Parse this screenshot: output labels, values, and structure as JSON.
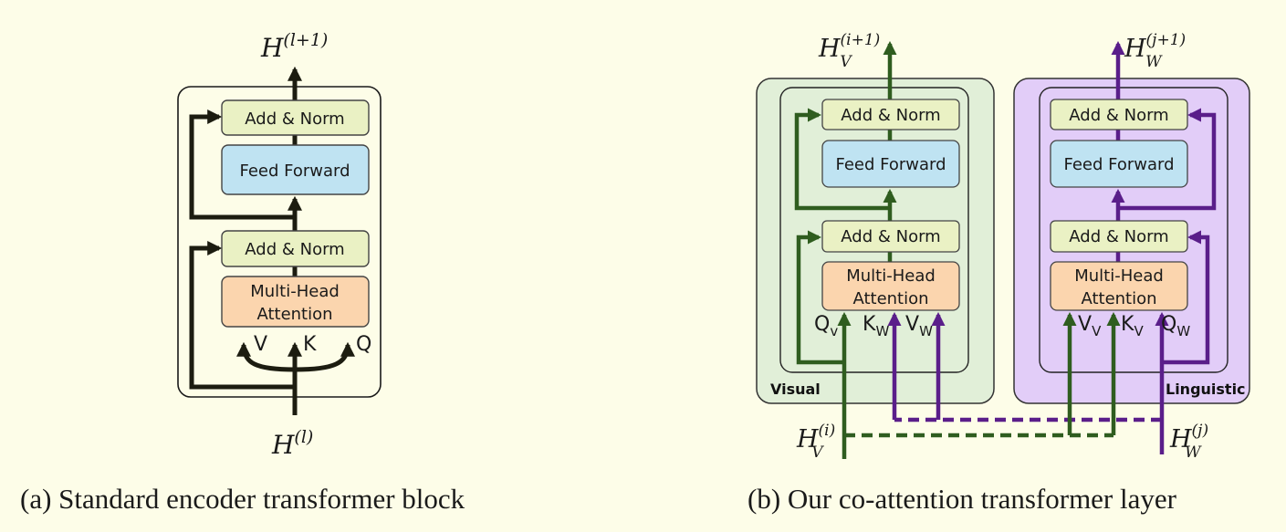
{
  "colors": {
    "background": "#fdfde8",
    "add_norm_fill": "#eaf1c4",
    "feed_forward_fill": "#bfe3f2",
    "attention_fill": "#fbd5ae",
    "visual_panel_fill": "#e1efd8",
    "linguistic_panel_fill": "#e2cdf8",
    "visual_arrow": "#2f5d1f",
    "linguistic_arrow": "#5a1e8a",
    "standard_arrow": "#1c1c10"
  },
  "left": {
    "output_label": {
      "base": "H",
      "sup": "(l+1)"
    },
    "input_label": {
      "base": "H",
      "sup": "(l)"
    },
    "add_norm_top": "Add & Norm",
    "feed_forward": "Feed Forward",
    "add_norm_bottom": "Add & Norm",
    "attention_line1": "Multi-Head",
    "attention_line2": "Attention",
    "inputs": {
      "v": "V",
      "k": "K",
      "q": "Q"
    },
    "caption": "(a) Standard encoder transformer block"
  },
  "right": {
    "visual": {
      "panel_label": "Visual",
      "output_label": {
        "base": "H",
        "sub": "V",
        "sup": "(i+1)"
      },
      "input_label": {
        "base": "H",
        "sub": "V",
        "sup": "(i)"
      },
      "add_norm_top": "Add & Norm",
      "feed_forward": "Feed Forward",
      "add_norm_bottom": "Add & Norm",
      "attention_line1": "Multi-Head",
      "attention_line2": "Attention",
      "inputs": [
        {
          "base": "Q",
          "sub": "v"
        },
        {
          "base": "K",
          "sub": "W"
        },
        {
          "base": "V",
          "sub": "W"
        }
      ]
    },
    "linguistic": {
      "panel_label": "Linguistic",
      "output_label": {
        "base": "H",
        "sub": "W",
        "sup": "(j+1)"
      },
      "input_label": {
        "base": "H",
        "sub": "W",
        "sup": "(j)"
      },
      "add_norm_top": "Add & Norm",
      "feed_forward": "Feed Forward",
      "add_norm_bottom": "Add & Norm",
      "attention_line1": "Multi-Head",
      "attention_line2": "Attention",
      "inputs": [
        {
          "base": "V",
          "sub": "V"
        },
        {
          "base": "K",
          "sub": "V"
        },
        {
          "base": "Q",
          "sub": "W"
        }
      ]
    },
    "caption": "(b) Our co-attention transformer layer"
  }
}
